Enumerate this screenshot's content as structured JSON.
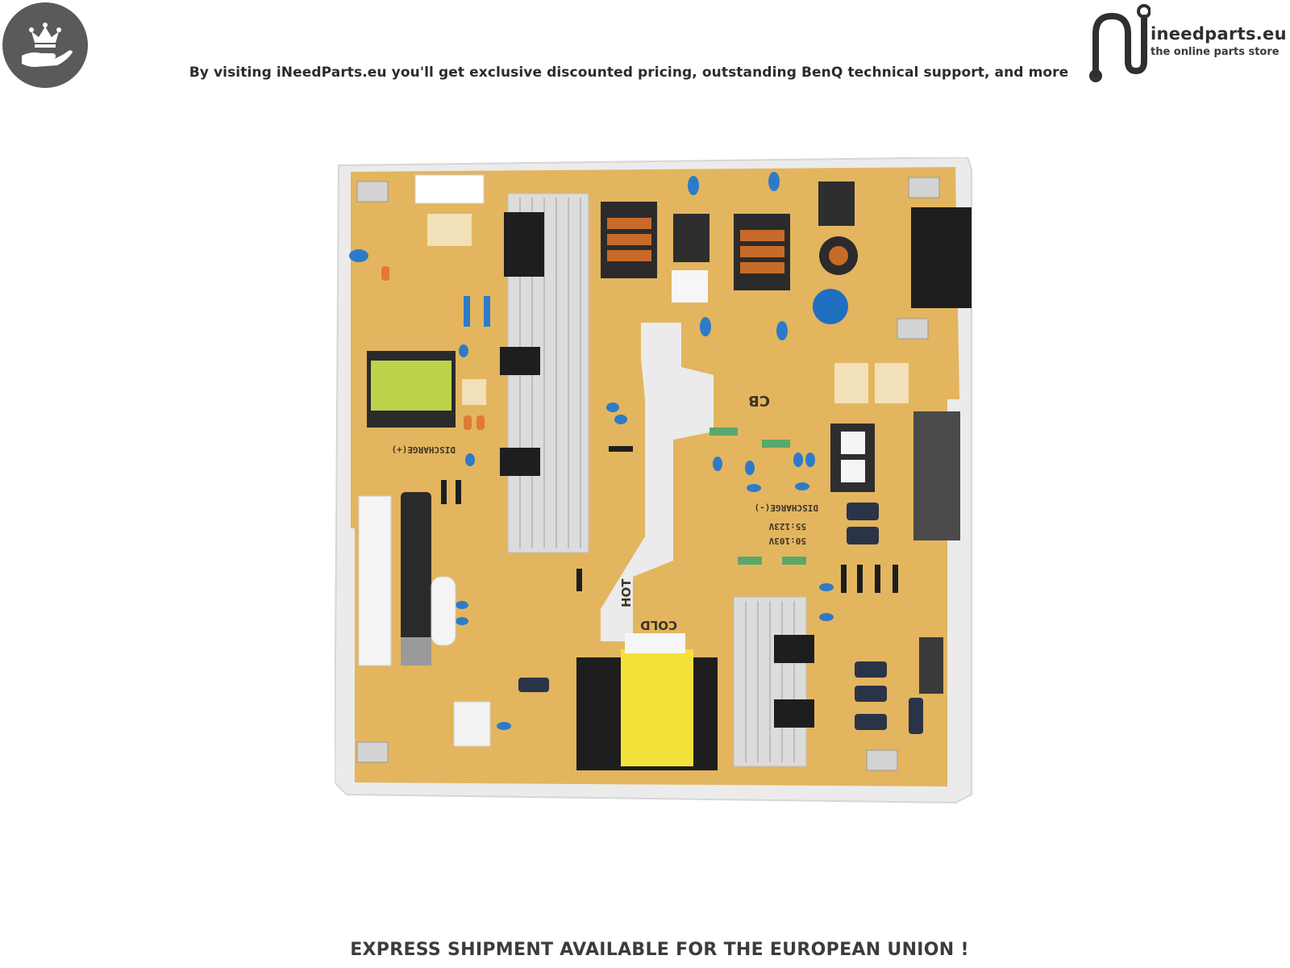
{
  "header": {
    "tagline": "By visiting iNeedParts.eu you'll get exclusive discounted pricing, outstanding BenQ technical support, and more",
    "badge_icon": "crown-hand-icon"
  },
  "logo": {
    "icon": "ineedparts-logo-icon",
    "name": "ineedparts.eu",
    "subtitle": "the online parts store"
  },
  "product": {
    "icon": "power-supply-board-image",
    "labels": [
      "DISCHARGE(+)",
      "DISCHARGE(-)",
      "HOT",
      "COLD",
      "CB",
      "55:123V",
      "50:103V"
    ]
  },
  "footer": {
    "text": "EXPRESS SHIPMENT AVAILABLE FOR THE EUROPEAN UNION !"
  },
  "colors": {
    "badge": "#5a5a5a",
    "pcb": "#e3b55f",
    "text": "#2b2b2b"
  }
}
